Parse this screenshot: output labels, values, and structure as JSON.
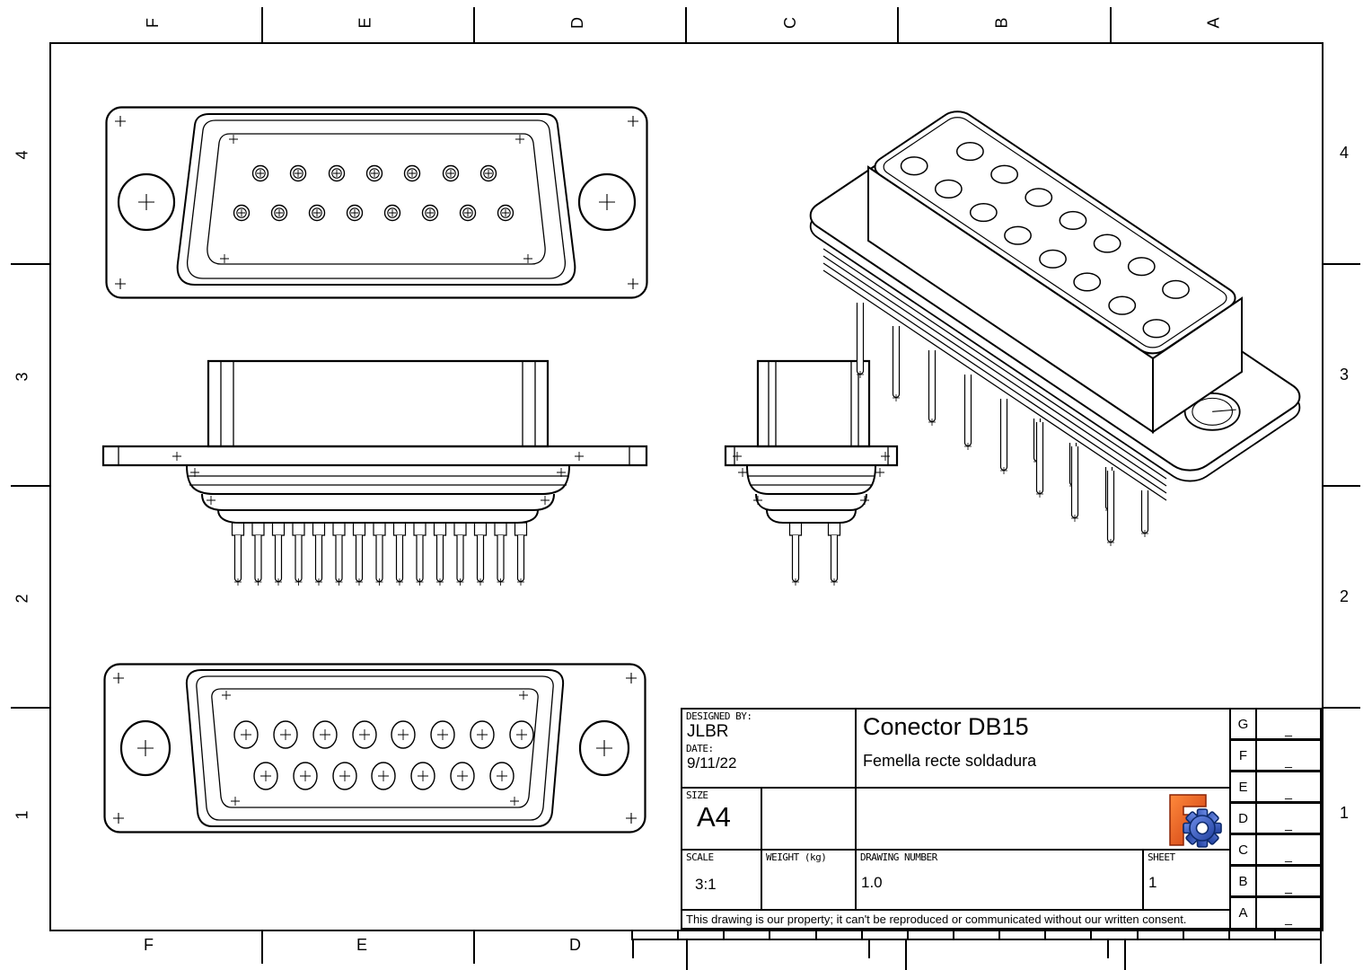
{
  "border": {
    "top_labels": [
      "F",
      "E",
      "D",
      "C",
      "B",
      "A"
    ],
    "bottom_labels": [
      "F",
      "E",
      "D"
    ],
    "left_labels": [
      "4",
      "3",
      "2",
      "1"
    ],
    "right_labels": [
      "4",
      "3",
      "2",
      "1"
    ]
  },
  "title_block": {
    "designed_by_label": "DESIGNED BY:",
    "designed_by": "JLBR",
    "date_label": "DATE:",
    "date": "9/11/22",
    "title": "Conector DB15",
    "subtitle": "Femella recte soldadura",
    "size_label": "SIZE",
    "size": "A4",
    "scale_label": "SCALE",
    "scale": "3:1",
    "weight_label": "WEIGHT (kg)",
    "weight": "",
    "drawing_number_label": "DRAWING NUMBER",
    "drawing_number": "1.0",
    "sheet_label": "SHEET",
    "sheet": "1",
    "disclaimer": "This drawing is our property; it can't be reproduced or communicated without our written consent.",
    "logo_name": "freecad-logo",
    "revisions": [
      {
        "letter": "G",
        "value": "_"
      },
      {
        "letter": "F",
        "value": "_"
      },
      {
        "letter": "E",
        "value": "_"
      },
      {
        "letter": "D",
        "value": "_"
      },
      {
        "letter": "C",
        "value": "_"
      },
      {
        "letter": "B",
        "value": "_"
      },
      {
        "letter": "A",
        "value": "_"
      }
    ]
  },
  "colors": {
    "line": "#000000",
    "background": "#ffffff",
    "logo_orange": "#e8431e",
    "logo_blue": "#3a5fc8"
  }
}
